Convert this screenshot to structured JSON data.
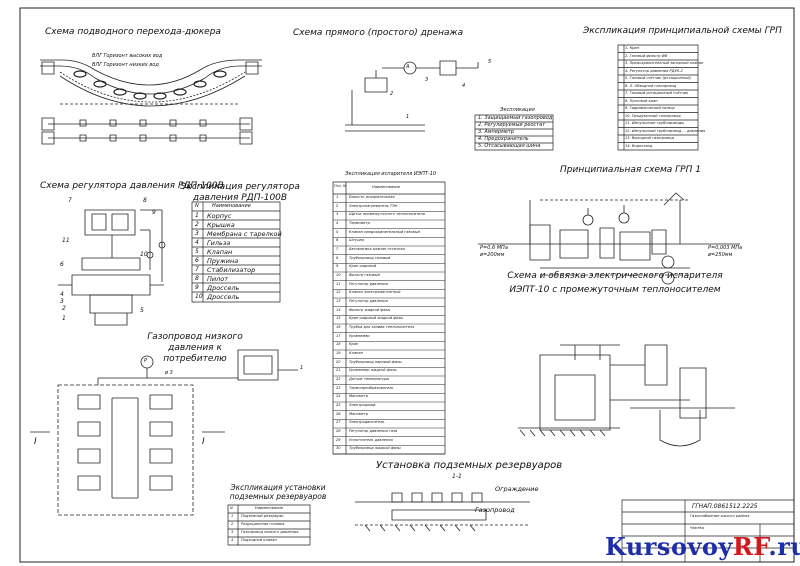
{
  "titles": {
    "underwater": "Схема подводного перехода-дюкера",
    "drainage": "Схема прямого (простого) дренажа",
    "grp_expl": "Экспликация принципиальной схемы ГРП",
    "regulator": "Схема регулятора давления РДП-100В",
    "regulator_expl": "Экспликация регулятора давления РДП-100В",
    "ievap_expl": "Экспликация испарителя ИЭПТ-10",
    "grp_scheme": "Принципиальная схема ГРП 1",
    "evaporator": "Схема и обвязка электрического испарителя ИЭПТ-10 с промежуточным теплоносителем",
    "low_pressure": "Газопровод низкого давления к потребителю",
    "tanks_install": "Установка подземных резервуаров",
    "section": "1-1",
    "tanks_expl": "Экспликация установки подземных резервуаров"
  },
  "drainage_legend": {
    "heading": "Экспликация",
    "rows": [
      "1. Защищаемый газопровод",
      "2. Регулируемый реостат",
      "3. Амперметр",
      "4. Предохранитель",
      "5. Отсасывающая шина"
    ],
    "callouts": [
      "1",
      "2",
      "3",
      "4",
      "5"
    ],
    "meter": "A"
  },
  "grp_legend": {
    "rows": [
      "1. Кран",
      "2. Газовый фильтр ФВ",
      "3. Предохранительный запорный клапан",
      "4. Регулятор давления РДУК-2",
      "5. Газовый счётчик (ротационный)",
      "6. Л. Обводной газопровод",
      "7. Газовый ротационный счётчик",
      "8. Пусковой кран",
      "9. Гидравлический затвор",
      "10. Продувочный газопровод",
      "11. Импульсные трубопроводы",
      "12. Импульсный трубопровод ... давления",
      "13. Выходной газопровод",
      "14. Водоотвод"
    ]
  },
  "regulator_table": {
    "header_n": "N",
    "header_name": "Наименование",
    "rows": [
      [
        "1",
        "Корпус"
      ],
      [
        "2",
        "Крышка"
      ],
      [
        "3",
        "Мембрана с тарелкой"
      ],
      [
        "4",
        "Гильза"
      ],
      [
        "5",
        "Клапан"
      ],
      [
        "6",
        "Пружина"
      ],
      [
        "7",
        "Стабилизатор"
      ],
      [
        "8",
        "Пилот"
      ],
      [
        "9",
        "Дроссель"
      ],
      [
        "10",
        "Дроссель"
      ]
    ],
    "callouts": [
      "7",
      "8",
      "9",
      "11",
      "6",
      "4",
      "3",
      "2",
      "1",
      "5",
      "10"
    ]
  },
  "ievap_table": {
    "header_n": "Поз. N",
    "header_name": "Наименование",
    "rows": [
      [
        "1",
        "Ёмкость испарительная"
      ],
      [
        "2",
        "Электронагреватель ТЭН"
      ],
      [
        "3",
        "Щиток промежуточного теплоносителя"
      ],
      [
        "4",
        "Термометр"
      ],
      [
        "5",
        "Клапан предохранительный газовый"
      ],
      [
        "6",
        "Штуцер"
      ],
      [
        "7",
        "Автоматика клапан отсечная"
      ],
      [
        "8",
        "Трубопровод газовый"
      ],
      [
        "9",
        "Кран шаровой"
      ],
      [
        "10",
        "Фильтр газовый"
      ],
      [
        "11",
        "Регулятор давления"
      ],
      [
        "12",
        "Клапан электромагнитный"
      ],
      [
        "13",
        "Регулятор давления"
      ],
      [
        "14",
        "Фильтр жидкой фазы"
      ],
      [
        "15",
        "Кран шаровой жидкой фазы"
      ],
      [
        "16",
        "Трубка для залива теплоносителя"
      ],
      [
        "17",
        "Уровнемер"
      ],
      [
        "18",
        "Кран"
      ],
      [
        "19",
        "Клапан"
      ],
      [
        "20",
        "Трубопровод паровой фазы"
      ],
      [
        "21",
        "Уровнемер жидкой фазы"
      ],
      [
        "22",
        "Датчик температуры"
      ],
      [
        "23",
        "Термопреобразователь"
      ],
      [
        "24",
        "Манометр"
      ],
      [
        "25",
        "Электрошкаф"
      ],
      [
        "26",
        "Манометр"
      ],
      [
        "27",
        "Электродвигатель"
      ],
      [
        "28",
        "Регулятор давления газа"
      ],
      [
        "29",
        "Уплотнитель давления"
      ],
      [
        "30",
        "Трубопровод жидкой фазы"
      ]
    ]
  },
  "grp_scheme": {
    "inlet_label": "Р=0,6 МПа",
    "inlet_size": "ø=200мм",
    "outlet_label": "Р=0,003 МПа",
    "outlet_size": "ø=250мм"
  },
  "underwater": {
    "top_label": "ВЛГ Горизонт высоких вод",
    "bottom_label": "ВЛГ Горизонт низких вод"
  },
  "tanks": {
    "guard": "Ограждение",
    "gas": "Газопровод",
    "section_I": "I",
    "pipe_size": "ø 3",
    "gauge": "Р",
    "side_mark": "1"
  },
  "tanks_table": {
    "header_n": "N",
    "header_name": "Наименование",
    "rows": [
      [
        "1",
        "Подземный резервуар"
      ],
      [
        "2",
        "Редукционная головка"
      ],
      [
        "3",
        "Газопровод низкого давления"
      ],
      [
        "4",
        "Подходной клапан"
      ]
    ]
  },
  "stamp": {
    "code": "ГГНАП.0861512.2225",
    "line1": "Газоснабжение жилого района",
    "line2": "Чертёж"
  },
  "watermark": {
    "main": "Kursovoy",
    "accent": "RF",
    "tail": ".ru"
  }
}
